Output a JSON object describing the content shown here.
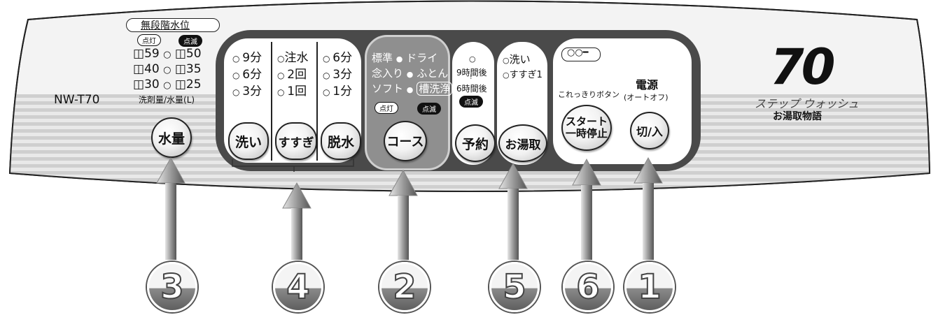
{
  "model": "NW-T70",
  "water_level": {
    "title": "無段階水位",
    "lit_label": "点灯",
    "blink_label": "点滅",
    "levels": [
      "59",
      "50",
      "40",
      "35",
      "30",
      "25"
    ],
    "detergent_label": "洗剤量/水量(L)",
    "button_label": "水量"
  },
  "wash_group": {
    "wash_options": [
      "9分",
      "6分",
      "3分"
    ],
    "rinse_options": [
      "注水",
      "2回",
      "1回"
    ],
    "spin_options": [
      "6分",
      "3分",
      "1分"
    ],
    "wash_button": "洗い",
    "rinse_button": "すすぎ",
    "spin_button": "脱水"
  },
  "course": {
    "row1_left": "標準",
    "row1_right": "ドライ",
    "row2_left": "念入り",
    "row2_right": "ふとん",
    "row3_left": "ソフト",
    "row3_right": "槽洗浄",
    "lit_label": "点灯",
    "blink_label": "点滅",
    "button_label": "コース"
  },
  "timer": {
    "line1": "9時間後",
    "line2": "6時間後",
    "blink_label": "点滅",
    "button_label": "予約"
  },
  "bath_water": {
    "option1": "洗い",
    "option2": "すすぎ1",
    "button_label": "お湯取"
  },
  "start": {
    "lock_label": "これっきりボタン",
    "button_line1": "スタート",
    "button_line2": "一時停止"
  },
  "power": {
    "title": "電源",
    "subtitle": "(オートオフ)",
    "button_label": "切/入"
  },
  "brand": {
    "number": "70",
    "name": "ステップ ウォッシュ",
    "tagline": "お湯取物語"
  },
  "callouts": [
    "3",
    "4",
    "2",
    "5",
    "6",
    "1"
  ]
}
